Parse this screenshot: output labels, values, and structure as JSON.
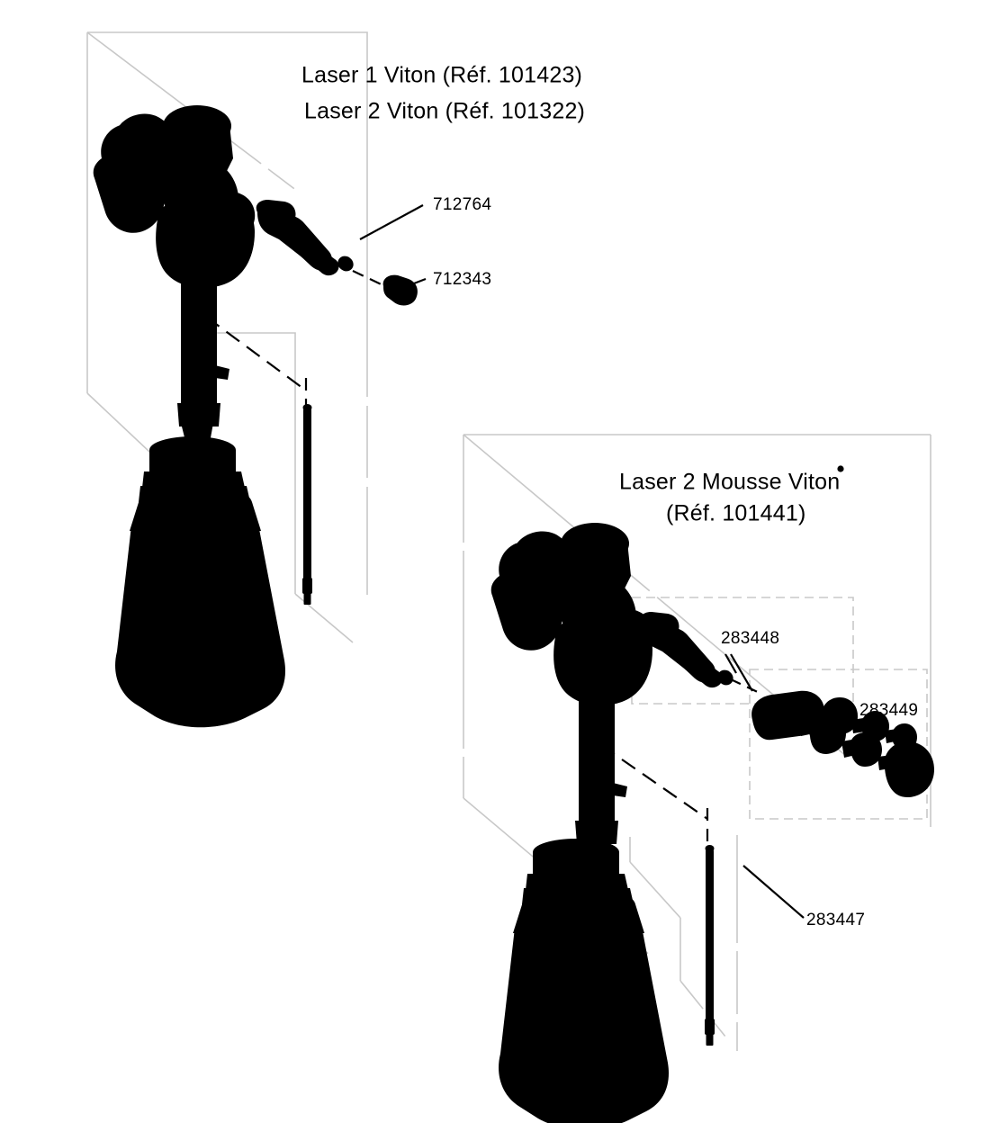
{
  "document": {
    "kind": "exploded-parts-diagram",
    "background_color": "#ffffff",
    "ink_color": "#000000",
    "panel_border_color": "#c8c8c8",
    "leader_line_color": "#000000"
  },
  "assemblies": [
    {
      "id": "assembly-left",
      "titles": [
        "Laser 1 Viton  (Réf. 101423)",
        "Laser 2 Viton  (Réf. 101322)"
      ],
      "title_lines": {
        "line1": "Laser 1 Viton  (Réf. 101423)",
        "line2": "Laser 2 Viton  (Réf. 101322)"
      },
      "part_labels": [
        {
          "id": "label-712764",
          "number": "712764"
        },
        {
          "id": "label-712343",
          "number": "712343"
        }
      ],
      "components": [
        "pump-head",
        "nozzle",
        "nozzle-cap",
        "bottle",
        "dip-tube"
      ]
    },
    {
      "id": "assembly-right",
      "titles": [
        "Laser 2 Mousse Viton",
        "(Réf. 101441)"
      ],
      "title_lines": {
        "line1": "Laser 2 Mousse Viton",
        "line2": "(Réf. 101441)"
      },
      "part_labels": [
        {
          "id": "label-283448",
          "number": "283448"
        },
        {
          "id": "label-283449",
          "number": "283449"
        },
        {
          "id": "label-283447",
          "number": "283447"
        }
      ],
      "components": [
        "pump-head",
        "nozzle",
        "nozzle-cap",
        "foam-nozzle-chain",
        "bottle",
        "dip-tube"
      ]
    }
  ],
  "labels": {
    "left_title_line1": "Laser 1 Viton  (Réf. 101423)",
    "left_title_line2": "Laser 2 Viton  (Réf. 101322)",
    "right_title_line1": "Laser 2 Mousse Viton",
    "right_title_line2": "(Réf. 101441)",
    "part_712764": "712764",
    "part_712343": "712343",
    "part_283448": "283448",
    "part_283449": "283449",
    "part_283447": "283447"
  }
}
